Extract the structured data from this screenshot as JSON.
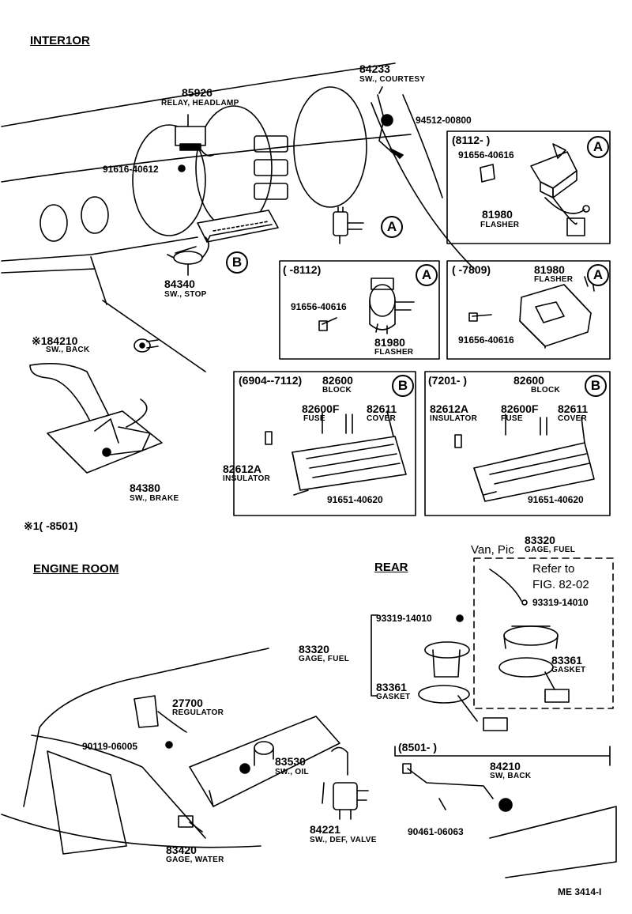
{
  "sections": {
    "interior": "INTER1OR",
    "engine_room": "ENGINE ROOM",
    "rear": "REAR",
    "footnote": "※1(      -8501)",
    "doc_code": "ME 3414-I"
  },
  "callout_letters": {
    "a": "A",
    "b": "B"
  },
  "interior_parts": {
    "relay": {
      "number": "85926",
      "name": "RELAY, HEADLAMP"
    },
    "screw_relay": {
      "number": "91616-40612"
    },
    "courtesy": {
      "number": "84233",
      "name": "SW., COURTESY"
    },
    "courtesy_screw": {
      "number": "94512-00800"
    },
    "stop": {
      "number": "84340",
      "name": "SW., STOP"
    },
    "back": {
      "number": "※184210",
      "name": "SW., BACK"
    },
    "brake": {
      "number": "84380",
      "name": "SW., BRAKE"
    }
  },
  "box_a1": {
    "range": "(8112-        )",
    "screw": "91656-40616",
    "number": "81980",
    "name": "FLASHER"
  },
  "box_a2": {
    "range": "(      -8112)",
    "screw": "91656-40616",
    "number": "81980",
    "name": "FLASHER"
  },
  "box_a3": {
    "range": "(      -7809)",
    "number": "81980",
    "name": "FLASHER",
    "screw": "91656-40616"
  },
  "box_b1": {
    "range": "(6904--7112)",
    "block_number": "82600",
    "block_name": "BLOCK",
    "fuse_number": "82600F",
    "fuse_name": "FUSE",
    "cover_number": "82611",
    "cover_name": "COVER",
    "insulator_number": "82612A",
    "insulator_name": "INSULATOR",
    "screw": "91651-40620"
  },
  "box_b2": {
    "range": "(7201-          )",
    "block_number": "82600",
    "block_name": "BLOCK",
    "insulator_number": "82612A",
    "insulator_name": "INSULATOR",
    "fuse_number": "82600F",
    "fuse_name": "FUSE",
    "cover_number": "82611",
    "cover_name": "COVER",
    "screw": "91651-40620"
  },
  "engine_parts": {
    "regulator": {
      "number": "27700",
      "name": "REGULATOR"
    },
    "bolt": {
      "number": "90119-06005"
    },
    "oil": {
      "number": "83530",
      "name": "SW., OIL"
    },
    "water": {
      "number": "83420",
      "name": "GAGE, WATER"
    },
    "valve": {
      "number": "84221",
      "name": "SW., DEF, VALVE"
    }
  },
  "rear_parts": {
    "van_box": {
      "number": "83320",
      "prefix": "Van, Pic",
      "name": "GAGE, FUEL",
      "refer1": "Refer to",
      "refer2": "FIG. 82-02",
      "screw": "93319-14010",
      "gasket_number": "83361",
      "gasket_name": "GASKET"
    },
    "screw": {
      "number": "93319-14010"
    },
    "gage": {
      "number": "83320",
      "name": "GAGE, FUEL"
    },
    "gasket": {
      "number": "83361",
      "name": "GASKET"
    },
    "back_box": {
      "range": "(8501-          )",
      "number": "84210",
      "name": "SW, BACK",
      "clip": "90461-06063"
    }
  }
}
